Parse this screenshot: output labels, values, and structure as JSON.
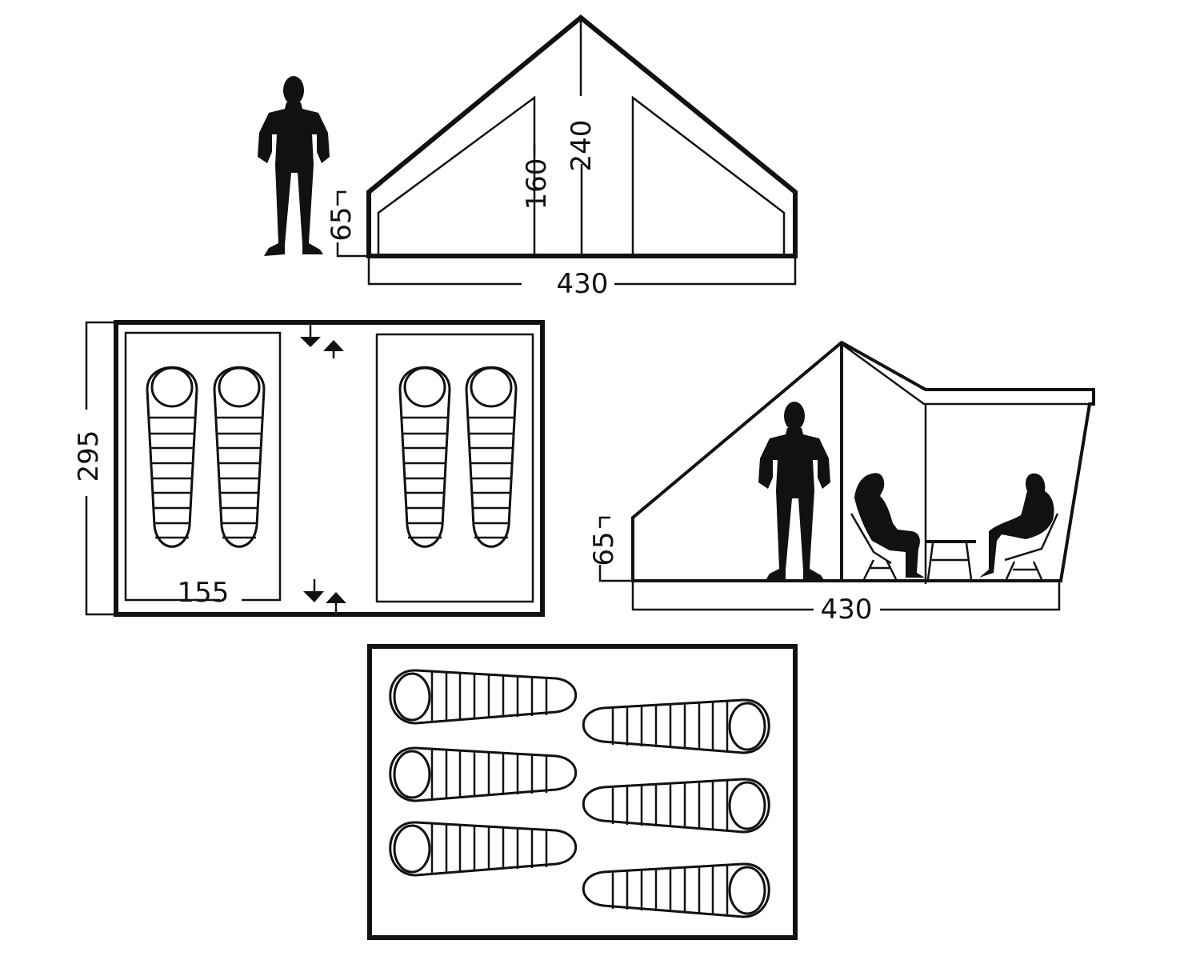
{
  "colors": {
    "line": "#111111",
    "background": "#ffffff"
  },
  "front_view": {
    "dimensions": {
      "width": "430",
      "side_height": "65",
      "peak_height": "240",
      "door_height": "160"
    }
  },
  "floor_plan_two_cabins": {
    "dimensions": {
      "depth": "295",
      "cabin_width": "155"
    },
    "sleeping_bags": 4,
    "door_arrows": [
      "top",
      "bottom"
    ]
  },
  "side_view_with_canopy": {
    "dimensions": {
      "width": "430",
      "side_height": "65"
    },
    "figures": [
      "standing-person",
      "seated-woman",
      "seated-man",
      "table",
      "chair",
      "chair"
    ]
  },
  "floor_plan_open": {
    "sleeping_bags": 6
  }
}
